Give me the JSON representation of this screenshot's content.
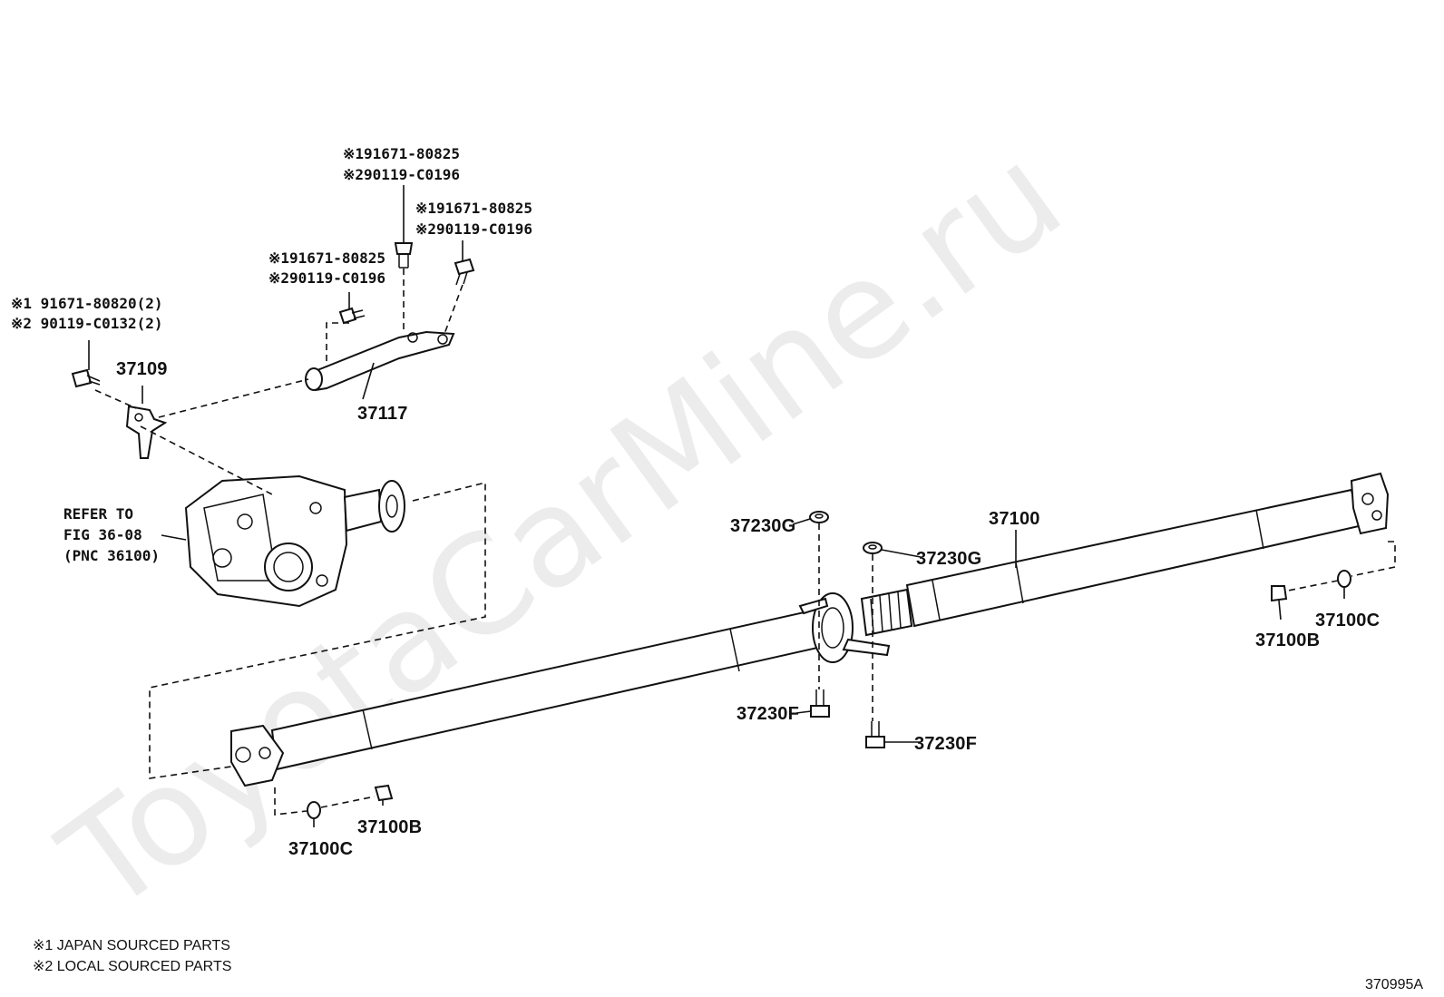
{
  "watermark": "ToyotaCarMine.ru",
  "figure_code": "370995A",
  "legend": {
    "note1": "※1 JAPAN SOURCED PARTS",
    "note2": "※2 LOCAL SOURCED PARTS"
  },
  "refer": {
    "line1": "REFER TO",
    "line2": "FIG 36-08",
    "line3": "(PNC 36100)"
  },
  "bolt_notes": {
    "left": [
      "※1 91671-80820(2)",
      "※2 90119-C0132(2)"
    ],
    "mid": [
      "※191671-80825",
      "※290119-C0196"
    ],
    "top": [
      "※191671-80825",
      "※290119-C0196"
    ],
    "right": [
      "※191671-80825",
      "※290119-C0196"
    ]
  },
  "part_numbers": {
    "p37109": "37109",
    "p37117": "37117",
    "p37100": "37100",
    "p37230G_left": "37230G",
    "p37230G_right": "37230G",
    "p37230F_left": "37230F",
    "p37230F_right": "37230F",
    "p37100B_right": "37100B",
    "p37100C_right": "37100C",
    "p37100B_left": "37100B",
    "p37100C_left": "37100C"
  }
}
